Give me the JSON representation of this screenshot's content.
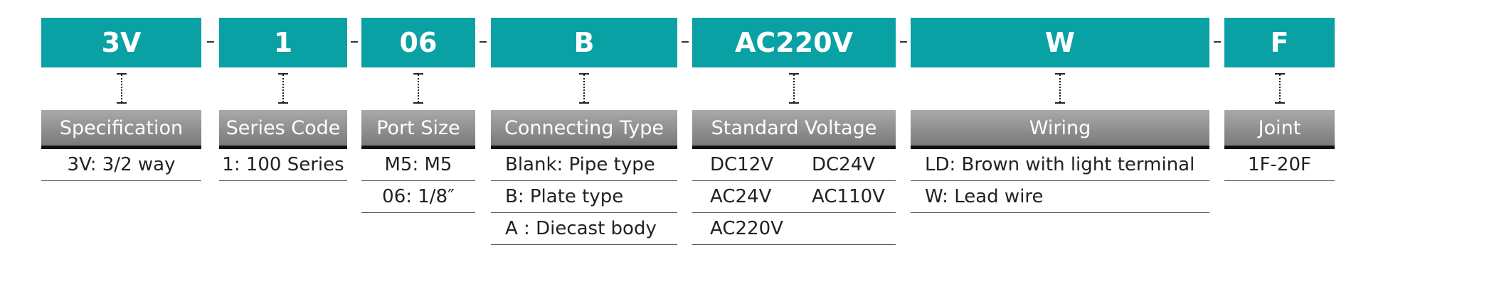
{
  "columns": [
    {
      "code": "3V",
      "label": "Specification",
      "rows": [
        [
          "3V: 3/2 way"
        ]
      ],
      "align": "center"
    },
    {
      "code": "1",
      "label": "Series Code",
      "rows": [
        [
          "1: 100 Series"
        ]
      ],
      "align": "center"
    },
    {
      "code": "06",
      "label": "Port Size",
      "rows": [
        [
          "M5: M5"
        ],
        [
          "06: 1/8″"
        ]
      ],
      "align": "center"
    },
    {
      "code": "B",
      "label": "Connecting Type",
      "rows": [
        [
          "Blank: Pipe type"
        ],
        [
          "B: Plate type"
        ],
        [
          "A : Diecast body"
        ]
      ],
      "align": "left"
    },
    {
      "code": "AC220V",
      "label": "Standard Voltage",
      "rows": [
        [
          "DC12V",
          "DC24V"
        ],
        [
          "AC24V",
          "AC110V"
        ],
        [
          "AC220V",
          ""
        ]
      ],
      "align": "grid"
    },
    {
      "code": "W",
      "label": "Wiring",
      "rows": [
        [
          "LD:  Brown with light terminal"
        ],
        [
          "W: Lead wire"
        ]
      ],
      "align": "left"
    },
    {
      "code": "F",
      "label": "Joint",
      "rows": [
        [
          "1F-20F"
        ]
      ],
      "align": "center"
    }
  ],
  "separator": "-",
  "colors": {
    "code_bg": "#0aa1a5",
    "label_bg_top": "#a9a9a9",
    "label_bg_bottom": "#7a7a7a"
  }
}
